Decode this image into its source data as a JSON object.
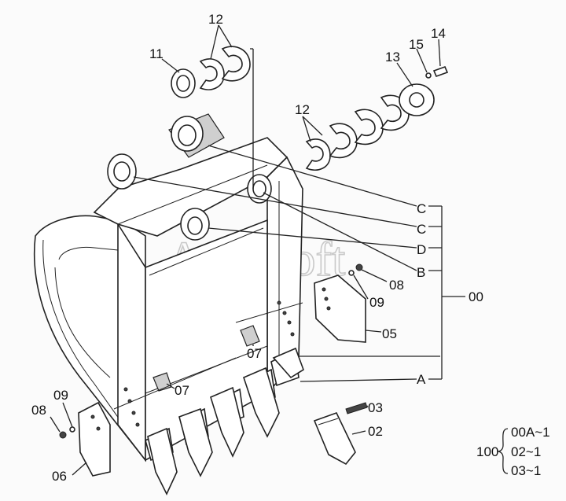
{
  "watermark": "AutoSoft",
  "callouts": {
    "p00": "00",
    "p02": "02",
    "p03": "03",
    "p05": "05",
    "p06": "06",
    "p07a": "07",
    "p07b": "07",
    "p08a": "08",
    "p08b": "08",
    "p09a": "09",
    "p09b": "09",
    "p11": "11",
    "p12a": "12",
    "p12b": "12",
    "p13": "13",
    "p14": "14",
    "p15": "15",
    "A": "A",
    "B": "B",
    "C1": "C",
    "C2": "C",
    "D": "D"
  },
  "kit": {
    "number": "100",
    "items": [
      "00A~1",
      "02~1",
      "03~1"
    ]
  }
}
